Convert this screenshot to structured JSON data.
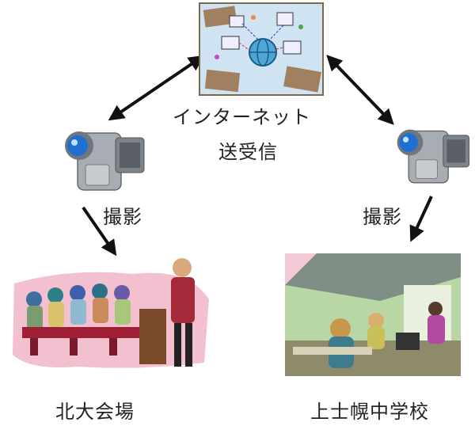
{
  "labels": {
    "internet": "インターネット",
    "send_receive": "送受信",
    "shoot_left": "撮影",
    "shoot_right": "撮影",
    "venue_left": "北大会場",
    "venue_right": "上士幌中学校"
  },
  "icons": {
    "internet": "internet-network-icon",
    "camera": "video-camera-icon",
    "lecture_hall": "lecture-audience-icon",
    "classroom": "classroom-icon"
  },
  "colors": {
    "arrow": "#111111",
    "camera_body": "#9aa0a6",
    "lens": "#1f6fd1",
    "hall_bg": "#f3c0cf",
    "classroom_wall": "#b9d7a5"
  }
}
